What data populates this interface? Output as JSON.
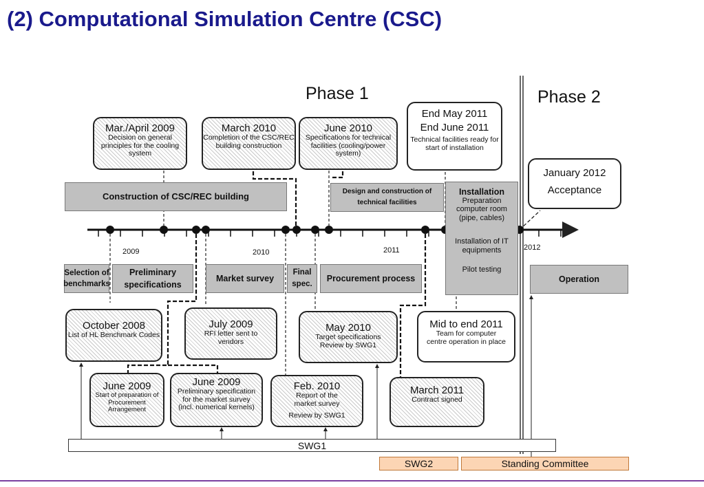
{
  "title": "(2) Computational Simulation Centre (CSC)",
  "phases": {
    "phase1": "Phase 1",
    "phase2": "Phase 2"
  },
  "years": [
    "2009",
    "2010",
    "2011",
    "2012"
  ],
  "top_boxes": [
    {
      "head": "Mar./April 2009",
      "body": "Decision on general principles for the cooling system"
    },
    {
      "head": "March 2010",
      "body": "Completion of the CSC/REC building construction"
    },
    {
      "head": "June 2010",
      "body": "Specifications for technical facilities (cooling/power system)"
    },
    {
      "head1": "End May 2011",
      "head2": "End June 2011",
      "body": "Technical facilities ready for start of installation"
    },
    {
      "head1": "January 2012",
      "head2": "Acceptance"
    }
  ],
  "bars": {
    "construction": "Construction of CSC/REC building",
    "design": "Design and construction of technical facilities",
    "installation_title": "Installation",
    "installation_body": "Preparation computer room (pipe, cables)",
    "install_it": "Installation of IT equipments",
    "pilot": "Pilot testing",
    "selection": "Selection of benchmarks",
    "preliminary": "Preliminary specifications",
    "market": "Market survey",
    "final": "Final spec.",
    "procurement": "Procurement process",
    "operation": "Operation"
  },
  "bottom_boxes": [
    {
      "head": "October 2008",
      "body": "List of HL Benchmark Codes"
    },
    {
      "head": "July 2009",
      "body": "RFI letter sent to vendors"
    },
    {
      "head": "May 2010",
      "body": "Target specifications Review by SWG1"
    },
    {
      "head": "Mid to end 2011",
      "body": "Team for computer centre operation in place"
    },
    {
      "head": "June 2009",
      "body": "Start of preparation of Procurement Arrangement"
    },
    {
      "head": "June 2009",
      "body": "Preliminary specification for the market survey (incl. numerical kernels)"
    },
    {
      "head": "Feb. 2010",
      "body": "Report of the market survey",
      "body2": "Review by SWG1"
    },
    {
      "head": "March 2011",
      "body": "Contract signed"
    }
  ],
  "groups": {
    "swg1": "SWG1",
    "swg2": "SWG2",
    "standing": "Standing Committee"
  },
  "colors": {
    "title": "#1a1a8c",
    "bar_gray": "#c0c0c0",
    "swg_orange": "#fcd5b4",
    "footer_line": "#7a3fa0"
  }
}
